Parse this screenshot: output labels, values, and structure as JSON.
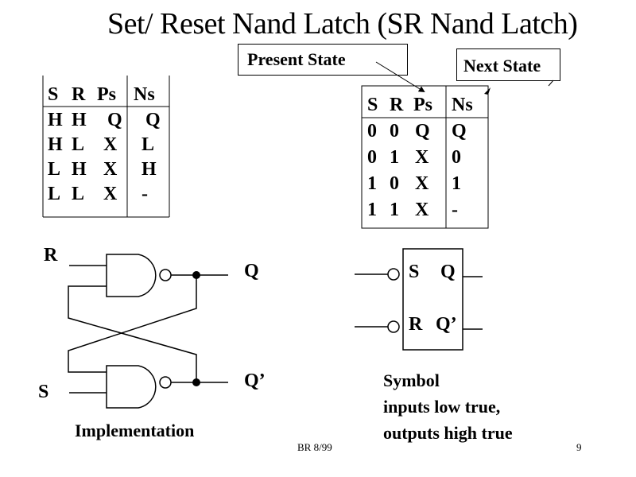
{
  "title": "Set/ Reset Nand Latch  (SR Nand Latch)",
  "callouts": {
    "present_state": "Present State",
    "next_state": "Next State"
  },
  "table_hl": {
    "headers": [
      "S",
      "R",
      "Ps",
      "Ns"
    ],
    "rows": [
      [
        "H",
        "H",
        "Q",
        "Q"
      ],
      [
        "H",
        "L",
        "X",
        "L"
      ],
      [
        "L",
        "H",
        "X",
        "H"
      ],
      [
        "L",
        "L",
        "X",
        "-"
      ]
    ]
  },
  "table_01": {
    "headers": [
      "S",
      "R",
      "Ps",
      "Ns"
    ],
    "rows": [
      [
        "0",
        "0",
        "Q",
        "Q"
      ],
      [
        "0",
        "1",
        "X",
        "0"
      ],
      [
        "1",
        "0",
        "X",
        "1"
      ],
      [
        "1",
        "1",
        "X",
        "-"
      ]
    ]
  },
  "implementation": {
    "input_r": "R",
    "input_s": "S",
    "output_q": "Q",
    "output_qbar": "Q’",
    "caption": "Implementation"
  },
  "symbol": {
    "pin_s": "S",
    "pin_r": "R",
    "pin_q": "Q",
    "pin_qbar": "Q’",
    "caption_lines": [
      "Symbol",
      "inputs low true,",
      "outputs high true"
    ]
  },
  "footer": {
    "author_date": "BR 8/99",
    "page_number": "9"
  }
}
